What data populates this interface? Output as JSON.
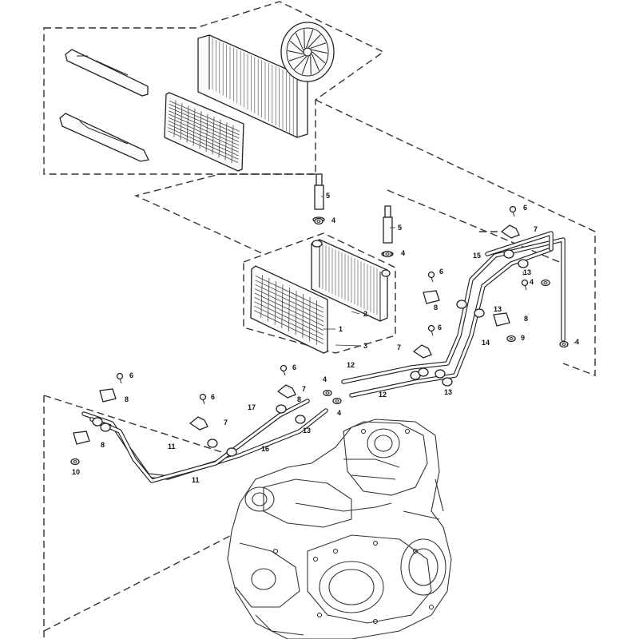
{
  "diagram": {
    "type": "exploded-parts-view",
    "callouts": [
      "1",
      "2",
      "3",
      "4",
      "5",
      "6",
      "7",
      "8",
      "9",
      "10",
      "11",
      "12",
      "13",
      "14",
      "15",
      "16",
      "17"
    ]
  }
}
